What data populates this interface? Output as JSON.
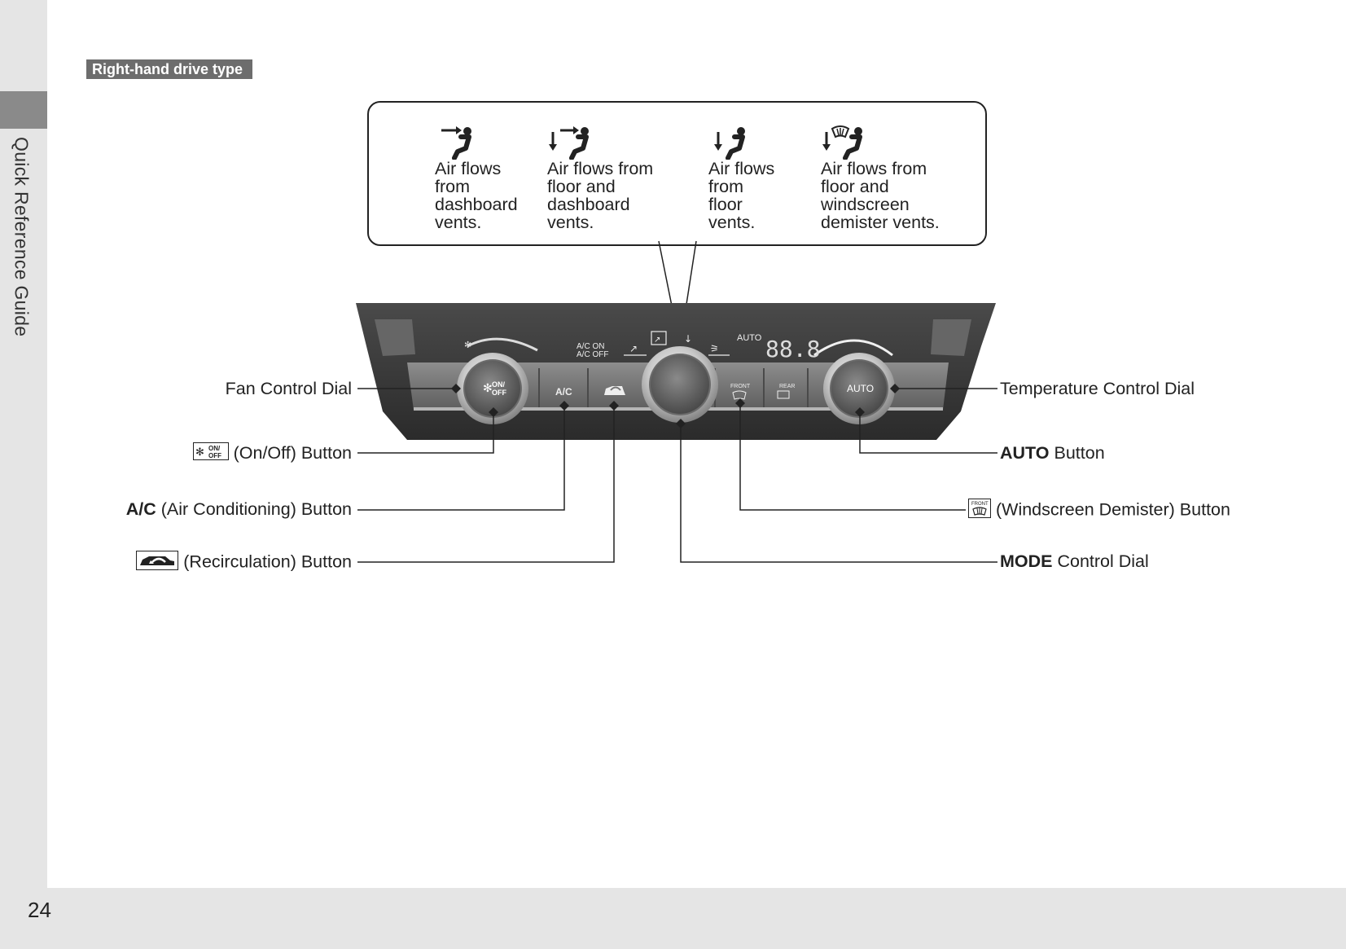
{
  "sidebar": {
    "section_title": "Quick Reference Guide"
  },
  "page": {
    "number": "24"
  },
  "badge": {
    "text": "Right-hand drive type"
  },
  "modes": [
    {
      "icon": "face-vent-icon",
      "text": "Air flows\nfrom\ndashboard\nvents."
    },
    {
      "icon": "bi-level-vent-icon",
      "text": "Air flows from\nfloor and\ndashboard\nvents."
    },
    {
      "icon": "floor-vent-icon",
      "text": "Air flows\nfrom\nfloor\nvents."
    },
    {
      "icon": "floor-defrost-vent-icon",
      "text": "Air flows from\nfloor and\nwindscreen\ndemister vents."
    }
  ],
  "panel": {
    "fan_dial": "ON/\nOFF",
    "ac_button": "A/C",
    "ac_on": "A/C ON",
    "ac_off": "A/C OFF",
    "auto_indicator": "AUTO",
    "display": "88.8",
    "front_button": "FRONT",
    "rear_button": "REAR",
    "auto_dial": "AUTO"
  },
  "labels": {
    "fan_control_dial": "Fan Control Dial",
    "on_off_button": "(On/Off) Button",
    "on_off_icon_text": "ON/\nOFF",
    "ac_bold": "A/C",
    "ac_rest": " (Air Conditioning) Button",
    "recirculation_button": "(Recirculation) Button",
    "temperature_control_dial": "Temperature Control Dial",
    "auto_bold": "AUTO",
    "auto_rest": " Button",
    "demister_button": "(Windscreen Demister) Button",
    "demister_icon_text": "FRONT",
    "mode_bold": "MODE",
    "mode_rest": " Control Dial"
  }
}
